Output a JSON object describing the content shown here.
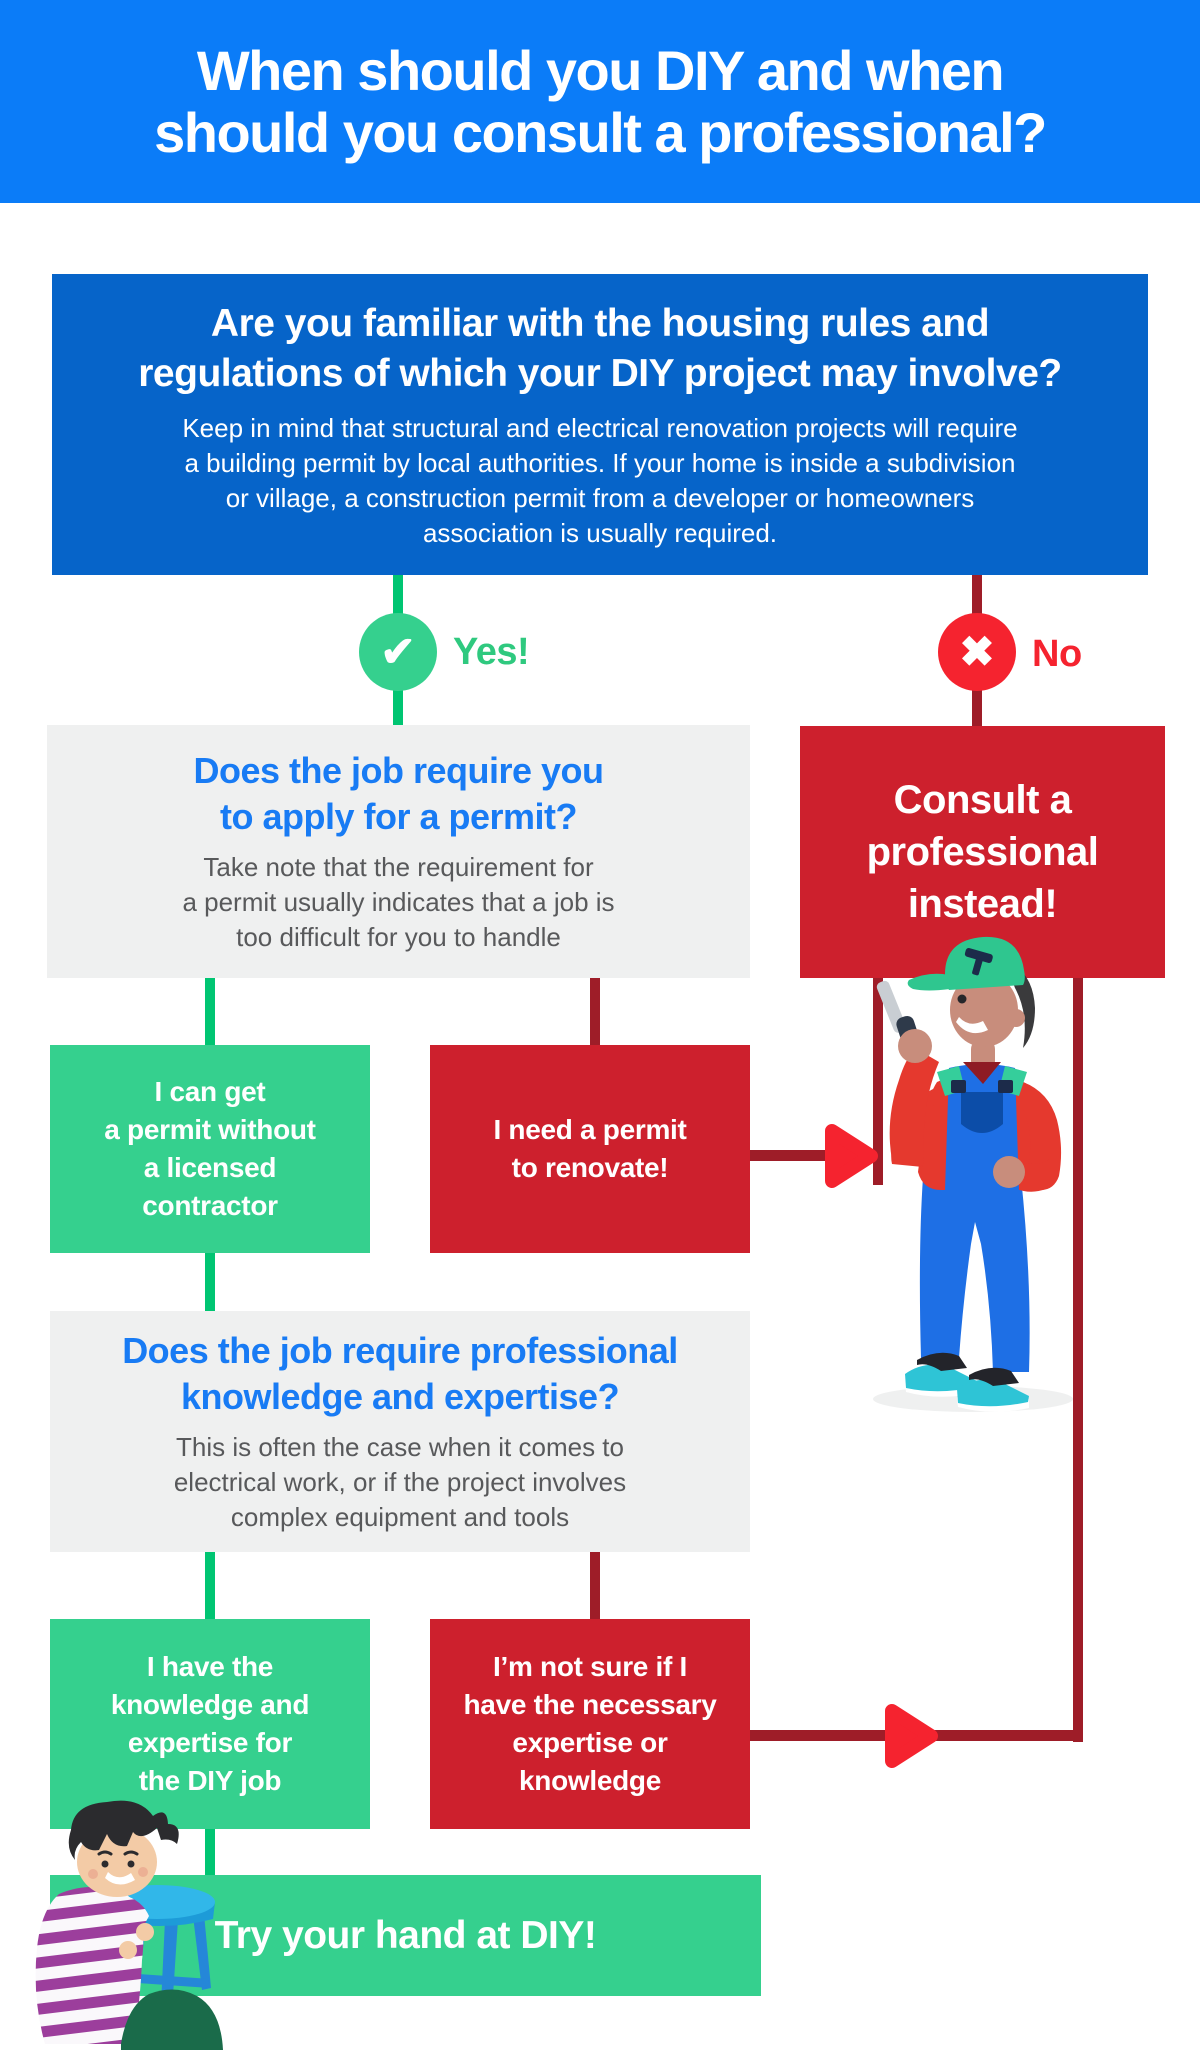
{
  "colors": {
    "header_bg": "#0B7CF8",
    "question_bg": "#0664C9",
    "panel_bg": "#EFF0F0",
    "panel_heading": "#187BF4",
    "panel_body": "#58595B",
    "yes_line": "#00C572",
    "yes_text": "#2FC97F",
    "mint": "#35D08E",
    "crimson": "#CD202D",
    "dark_red": "#9E1D28",
    "bright_red": "#F5232F"
  },
  "header": {
    "title_lines": [
      "When should you DIY and when",
      "should you consult a professional?"
    ]
  },
  "intro_question": {
    "heading_lines": [
      "Are you familiar with the housing rules and",
      "regulations of which your DIY project may involve?"
    ],
    "body_lines": [
      "Keep in mind that structural and electrical renovation projects will require",
      "a building permit by local authorities. If your home is inside a subdivision",
      "or village, a construction permit from a developer or homeowners",
      "association is usually required."
    ]
  },
  "branch_labels": {
    "yes": "Yes!",
    "no": "No"
  },
  "branch_icons": {
    "check": "✔",
    "cross": "✖"
  },
  "permit_question": {
    "heading_lines": [
      "Does the job require you",
      "to apply for a permit?"
    ],
    "body_lines": [
      "Take note that the requirement for",
      "a permit usually indicates that a job is",
      "too difficult for you to handle"
    ]
  },
  "consult": {
    "label_lines": [
      "Consult a",
      "professional",
      "instead!"
    ]
  },
  "permit_options": {
    "diy_lines": [
      "I can get",
      "a permit without",
      "a licensed",
      "contractor"
    ],
    "pro_lines": [
      "I need a permit",
      "to renovate!"
    ]
  },
  "expertise_question": {
    "heading_lines": [
      "Does the job require professional",
      "knowledge and expertise?"
    ],
    "body_lines": [
      "This is often the case when it comes to",
      "electrical work, or if the project involves",
      "complex equipment and tools"
    ]
  },
  "expertise_options": {
    "diy_lines": [
      "I have the",
      "knowledge and",
      "expertise for",
      "the DIY job"
    ],
    "pro_lines": [
      "I’m not sure if I",
      "have the necessary",
      "expertise or",
      "knowledge"
    ]
  },
  "result": {
    "label": "Try your hand at DIY!"
  }
}
